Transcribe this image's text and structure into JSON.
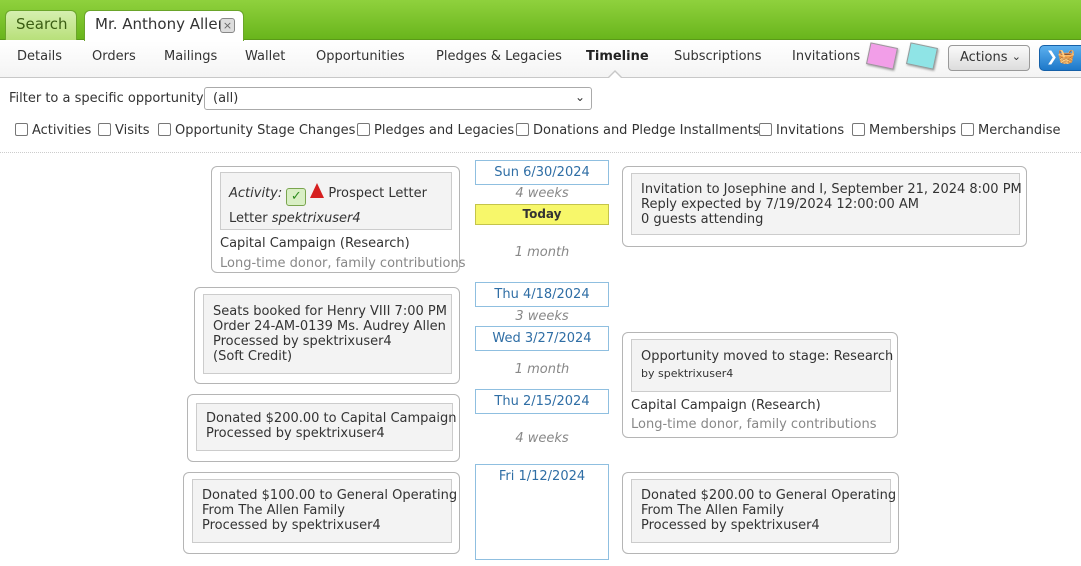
{
  "tabs": {
    "search": "Search",
    "person": "Mr. Anthony Allen",
    "close": "×"
  },
  "nav": [
    "Details",
    "Orders",
    "Mailings",
    "Wallet",
    "Opportunities",
    "Pledges & Legacies",
    "Timeline",
    "Subscriptions",
    "Invitations"
  ],
  "actions_label": "Actions",
  "filter": {
    "label": "Filter to a specific opportunity:",
    "selected": "(all)"
  },
  "checkboxes": [
    "Activities",
    "Visits",
    "Opportunity Stage Changes",
    "Pledges and Legacies",
    "Donations and Pledge Installments",
    "Invitations",
    "Memberships",
    "Merchandise"
  ],
  "timeline": {
    "dates": [
      "Sun 6/30/2024",
      "Thu 4/18/2024",
      "Wed 3/27/2024",
      "Thu 2/15/2024",
      "Fri 1/12/2024"
    ],
    "today": "Today",
    "gaps": [
      "4 weeks",
      "1 month",
      "3 weeks",
      "1 month",
      "4 weeks"
    ]
  },
  "cards": {
    "activity": {
      "label": "Activity:",
      "title": "Prospect Letter",
      "type": "Letter",
      "user": "spektrixuser4",
      "campaign": "Capital Campaign (Research)",
      "note": "Long-time donor, family contributions"
    },
    "invitation": {
      "line1": "Invitation to Josephine and I, September 21, 2024 8:00 PM",
      "line2": "Reply expected by 7/19/2024 12:00:00 AM",
      "line3": "0 guests attending"
    },
    "order": {
      "line1": "Seats booked for Henry VIII 7:00 PM",
      "line2": "Order 24-AM-0139 Ms. Audrey Allen",
      "line3": "Processed by spektrixuser4",
      "line4": "(Soft Credit)"
    },
    "stage": {
      "line1": "Opportunity moved to stage: Research",
      "line2": "by spektrixuser4",
      "campaign": "Capital Campaign (Research)",
      "note": "Long-time donor, family contributions"
    },
    "donation1": {
      "line1": "Donated $200.00 to Capital Campaign",
      "line2": "Processed by spektrixuser4"
    },
    "donation2": {
      "line1": "Donated $100.00 to General Operating",
      "line2": "From The Allen Family",
      "line3": "Processed by spektrixuser4"
    },
    "donation3": {
      "line1": "Donated $200.00 to General Operating",
      "line2": "From The Allen Family",
      "line3": "Processed by spektrixuser4"
    }
  }
}
